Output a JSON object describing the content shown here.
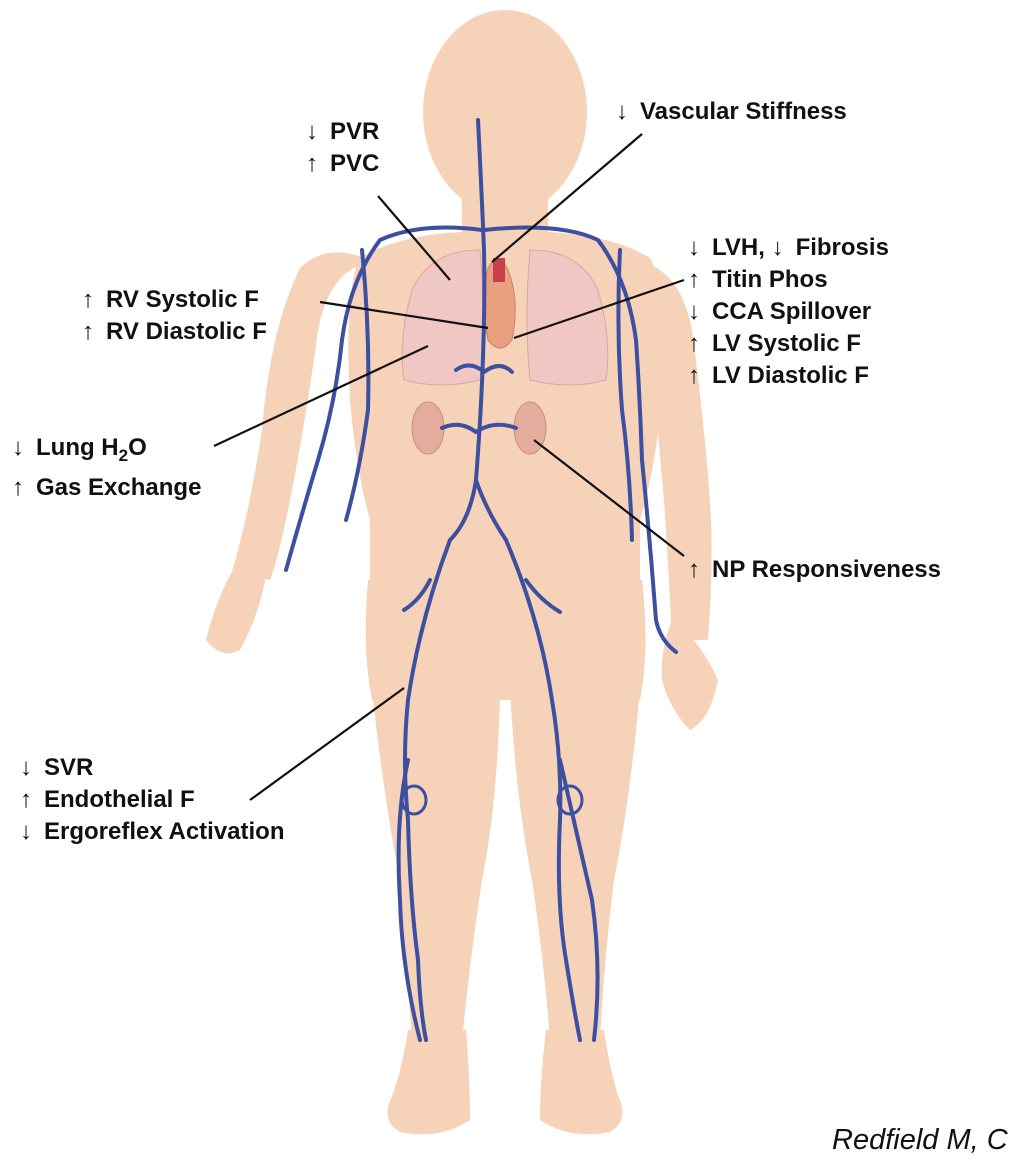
{
  "labels": {
    "pulmonary": [
      {
        "dir": "down",
        "text": "PVR"
      },
      {
        "dir": "up",
        "text": "PVC"
      }
    ],
    "vascular": [
      {
        "dir": "down",
        "text": "Vascular Stiffness"
      }
    ],
    "left_ventricle": [
      {
        "dir": "down",
        "text": "LVH,",
        "dir2": "down",
        "text2": "Fibrosis"
      },
      {
        "dir": "up",
        "text": "Titin Phos"
      },
      {
        "dir": "down",
        "text": "CCA Spillover"
      },
      {
        "dir": "up",
        "text": "LV Systolic F"
      },
      {
        "dir": "up",
        "text": "LV Diastolic F"
      }
    ],
    "right_ventricle": [
      {
        "dir": "up",
        "text": "RV Systolic F"
      },
      {
        "dir": "up",
        "text": "RV Diastolic F"
      }
    ],
    "lung": [
      {
        "dir": "down",
        "text": "Lung H",
        "sub": "2",
        "text_after": "O"
      },
      {
        "dir": "up",
        "text": "Gas Exchange"
      }
    ],
    "kidney": [
      {
        "dir": "up",
        "text": "NP Responsiveness"
      }
    ],
    "peripheral": [
      {
        "dir": "down",
        "text": "SVR"
      },
      {
        "dir": "up",
        "text": "Endothelial F"
      },
      {
        "dir": "down",
        "text": "Ergoreflex Activation"
      }
    ]
  },
  "arrows": {
    "up": "↑",
    "down": "↓"
  },
  "citation": "Redfield M, C",
  "colors": {
    "skin": "#f6d2b8",
    "vein": "#3d4f9f",
    "lung": "#f1c7c3",
    "heart": "#e8a07e",
    "kidney": "#e4ac9c",
    "text": "#111111"
  }
}
